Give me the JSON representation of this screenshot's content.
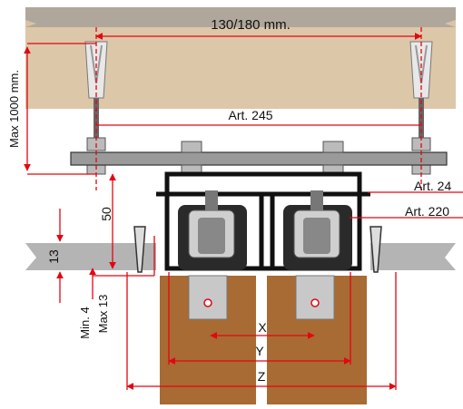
{
  "labels": {
    "anchor_spacing": "130/180 mm.",
    "max_height": "Max 1000 mm.",
    "rod_article": "Art. 245",
    "bracket_article": "Art. 24",
    "carrier_article": "Art. 220",
    "track_height": "50",
    "ceiling_panel": "13",
    "min_gap": "Min. 4",
    "max_gap": "Max 13",
    "x": "X",
    "y": "Y",
    "z": "Z"
  },
  "colors": {
    "dimension_line": "#e30613",
    "ceiling": "#d8c3a6",
    "ceiling_top": "#b0a79c",
    "wood": "#a86b33",
    "metal": "#8a8a8a",
    "roller": "#222222",
    "wall_plate": "#aaaaaa"
  }
}
